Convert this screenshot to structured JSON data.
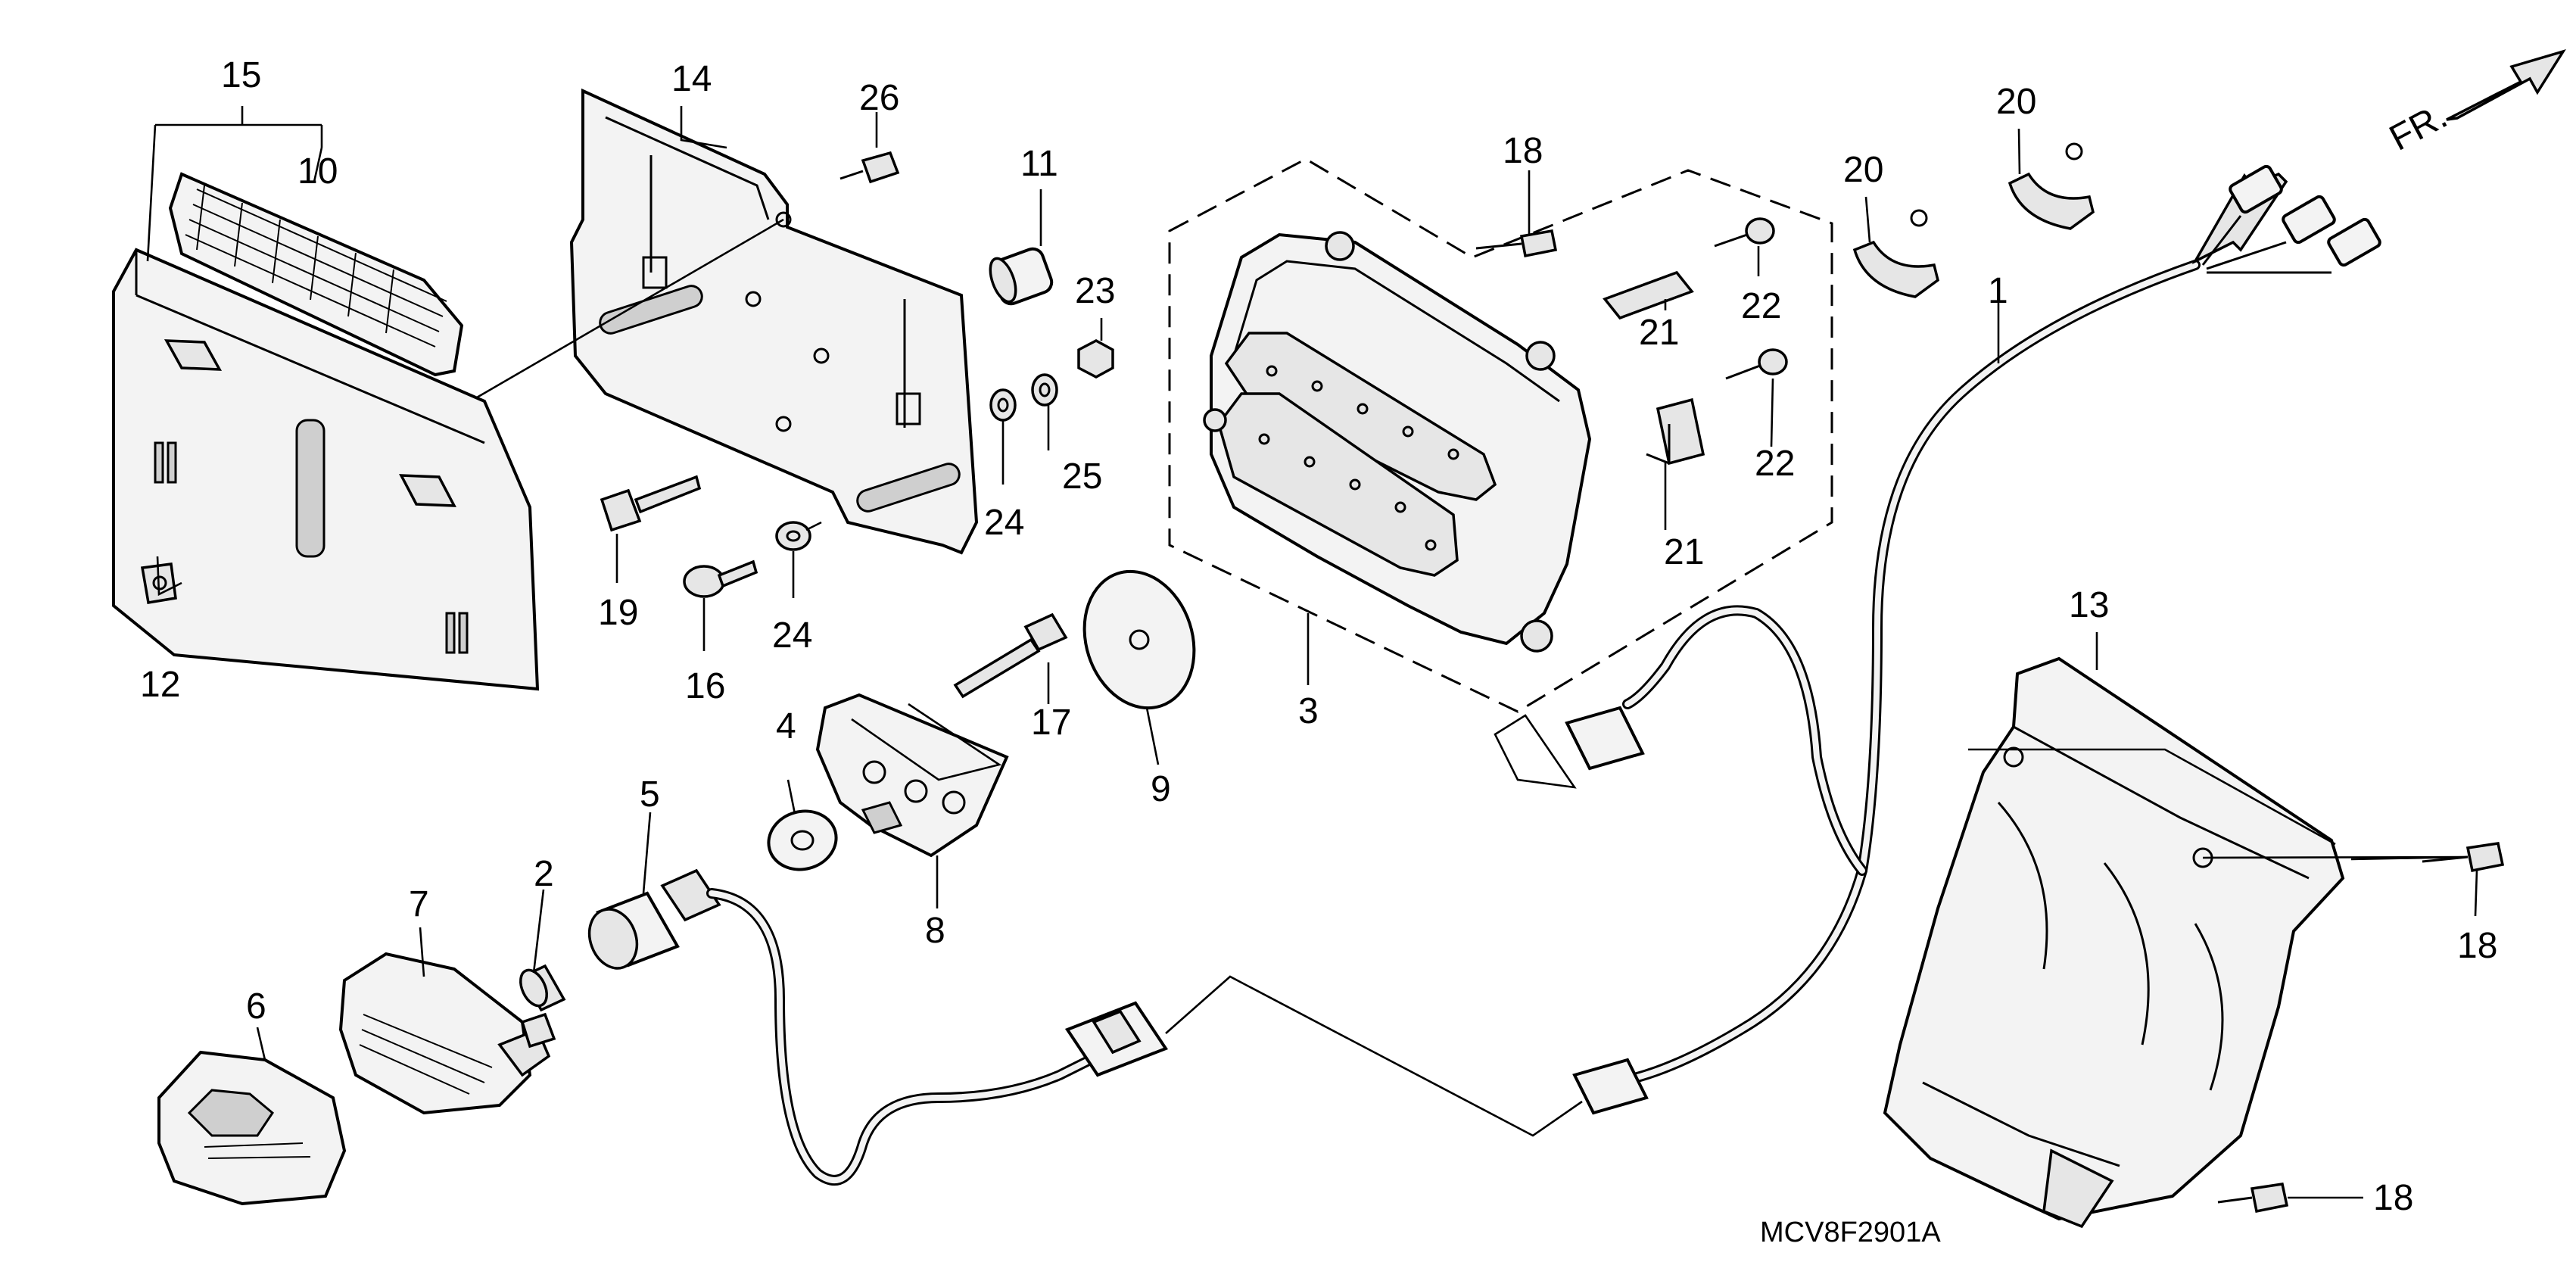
{
  "diagram": {
    "code": "MCV8F2901A",
    "direction_label": "FR.",
    "callouts": [
      "1",
      "2",
      "3",
      "4",
      "5",
      "6",
      "7",
      "8",
      "9",
      "10",
      "11",
      "12",
      "13",
      "14",
      "15",
      "16",
      "17",
      "18",
      "19",
      "20",
      "21",
      "22",
      "23",
      "24",
      "25",
      "26"
    ]
  }
}
